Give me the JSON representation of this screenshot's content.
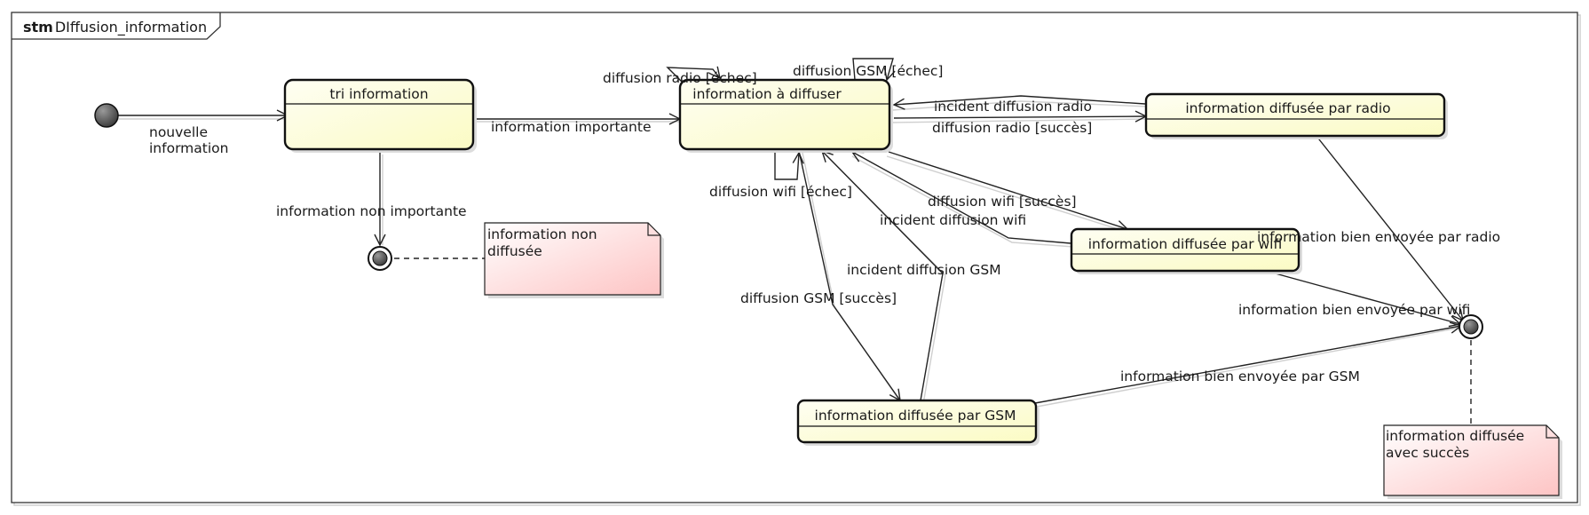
{
  "frame": {
    "keyword": "stm",
    "name": "DIffusion_information"
  },
  "states": {
    "tri": "tri information",
    "diffuser": "information à diffuser",
    "radio": "information diffusée par radio",
    "wifi": "information diffusée par wifi",
    "gsm": "information diffusée par GSM"
  },
  "notes": {
    "non_diffusee": [
      "information non",
      "diffusée"
    ],
    "succes": [
      "information diffusée",
      "avec succès"
    ]
  },
  "transitions": {
    "nouvelle": [
      "nouvelle",
      "information"
    ],
    "importante": "information importante",
    "non_importante": "information non importante",
    "radio_echec": "diffusion radio [échec]",
    "gsm_echec": "diffusion GSM [échec]",
    "wifi_echec": "diffusion wifi [échec]",
    "incident_radio": "incident diffusion radio",
    "radio_succes": "diffusion radio [succès]",
    "wifi_succes": "diffusion wifi [succès]",
    "incident_wifi": "incident diffusion wifi",
    "incident_gsm": "incident diffusion GSM",
    "gsm_succes": "diffusion GSM [succès]",
    "ok_radio": "information bien envoyée par radio",
    "ok_wifi": "information bien envoyée par wifi",
    "ok_gsm": "information bien envoyée par GSM"
  },
  "colors": {
    "state_fill_top": "#fefef0",
    "state_fill_bottom": "#fbfbc8",
    "note_fill_top": "#ffffff",
    "note_fill_bottom": "#fdc6c6",
    "outline": "#111111"
  }
}
